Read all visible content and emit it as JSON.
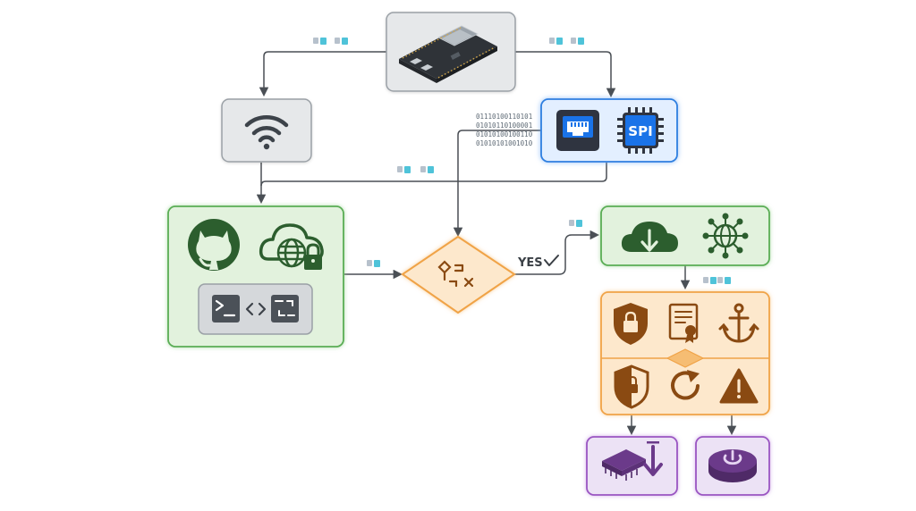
{
  "labels": {
    "decision_yes": "YES",
    "spi_chip": "SPI"
  },
  "binary_lines": [
    "01110100110101",
    "01010110100001",
    "01010100100110",
    "01010101001010"
  ],
  "colors": {
    "gray_fill": "#e6e8ea",
    "gray_stroke": "#9aa0a6",
    "blue_fill": "#e3efff",
    "blue_stroke": "#2f7fe0",
    "green_fill": "#e2f2dd",
    "green_stroke": "#5aad55",
    "orange_fill": "#fde8cc",
    "orange_stroke": "#f0a347",
    "purple_fill": "#ece2f5",
    "purple_stroke": "#9a55c2",
    "icon_dark": "#3d434a",
    "icon_green": "#2c5e2e",
    "icon_orange": "#8a4a12",
    "icon_purple": "#6b3a8a",
    "connector": "#4a4f55"
  },
  "nodes": [
    {
      "id": "esp32-board",
      "icon": "esp32-dev-board-icon"
    },
    {
      "id": "wifi-node",
      "icon": "wifi-icon"
    },
    {
      "id": "ethernet-spi-node",
      "icon": "ethernet-port-icon"
    },
    {
      "id": "source-group",
      "icon": "github-icon"
    },
    {
      "id": "decision-diamond",
      "icon": "compare-icon"
    },
    {
      "id": "download-group",
      "icon": "cloud-download-icon"
    },
    {
      "id": "security-group",
      "icon": "shield-lock-icon"
    },
    {
      "id": "flash-node",
      "icon": "chip-download-icon"
    },
    {
      "id": "power-node",
      "icon": "power-button-icon"
    }
  ]
}
